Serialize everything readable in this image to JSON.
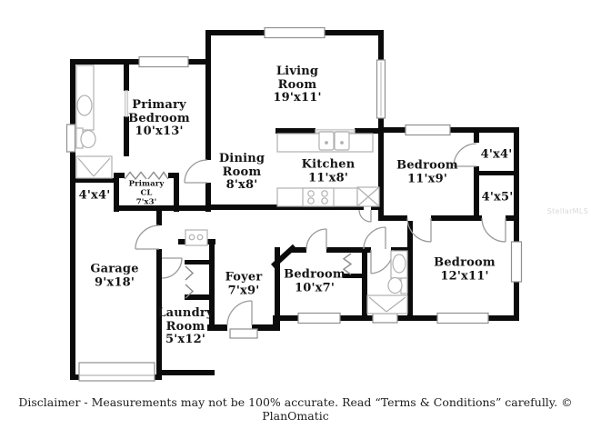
{
  "plan": {
    "watermark": "StellarMLS",
    "disclaimer": "Disclaimer - Measurements may not be 100% accurate. Read “Terms & Conditions” carefully. © PlanOmatic",
    "wall_color": "#0b0b0b",
    "fixture_color": "#b0b0b0",
    "door_color": "#9a9a9a"
  },
  "rooms": [
    {
      "name": "living-room",
      "lines": [
        "Living",
        "Room",
        "19'x11'"
      ]
    },
    {
      "name": "primary-bedroom",
      "lines": [
        "Primary",
        "Bedroom",
        "10'x13'"
      ]
    },
    {
      "name": "dining-room",
      "lines": [
        "Dining",
        "Room",
        "8'x8'"
      ]
    },
    {
      "name": "kitchen",
      "lines": [
        "Kitchen",
        "11'x8'"
      ]
    },
    {
      "name": "bedroom-11x9",
      "lines": [
        "Bedroom",
        "11'x9'"
      ]
    },
    {
      "name": "closet-4x4-right",
      "lines": [
        "4'x4'"
      ]
    },
    {
      "name": "closet-4x5",
      "lines": [
        "4'x5'"
      ]
    },
    {
      "name": "closet-4x4-left",
      "lines": [
        "4'x4'"
      ]
    },
    {
      "name": "primary-closet",
      "lines": [
        "Primary",
        "CL",
        "7'x3'"
      ]
    },
    {
      "name": "garage",
      "lines": [
        "Garage",
        "9'x18'"
      ]
    },
    {
      "name": "laundry-room",
      "lines": [
        "Laundry",
        "Room",
        "5'x12'"
      ]
    },
    {
      "name": "foyer",
      "lines": [
        "Foyer",
        "7'x9'"
      ]
    },
    {
      "name": "bedroom-10x7",
      "lines": [
        "Bedroom",
        "10'x7'"
      ]
    },
    {
      "name": "bedroom-12x11",
      "lines": [
        "Bedroom",
        "12'x11'"
      ]
    }
  ]
}
